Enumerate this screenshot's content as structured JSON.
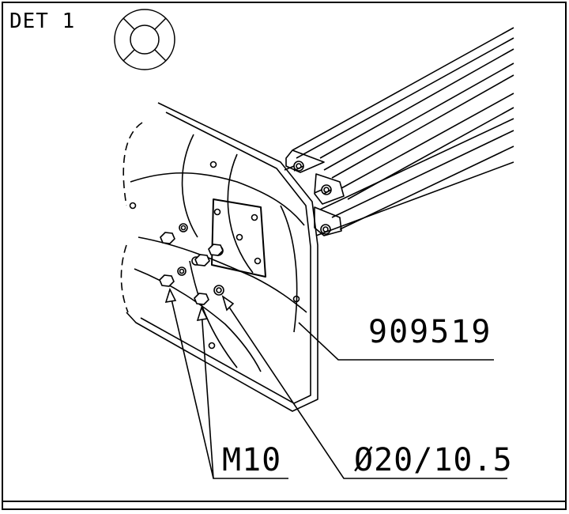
{
  "detail": {
    "title": "DET 1",
    "symbol": "view-direction-icon"
  },
  "callouts": {
    "part_number": "909519",
    "bolt": "M10",
    "washer": "Ø20/10.5"
  },
  "colors": {
    "ink": "#000000",
    "paper": "#ffffff"
  }
}
